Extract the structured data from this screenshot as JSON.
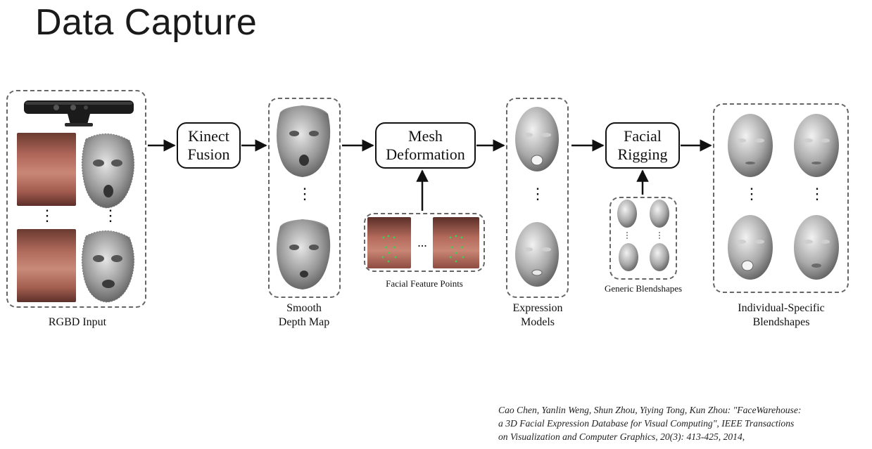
{
  "title": "Data Capture",
  "stages": {
    "kinect_fusion": [
      "Kinect",
      "Fusion"
    ],
    "mesh_deformation": [
      "Mesh",
      "Deformation"
    ],
    "facial_rigging": [
      "Facial",
      "Rigging"
    ]
  },
  "captions": {
    "rgbd_input": "RGBD Input",
    "smooth_depth_map": [
      "Smooth",
      "Depth Map"
    ],
    "facial_feature_points": "Facial Feature Points",
    "expression_models": [
      "Expression",
      "Models"
    ],
    "generic_blendshapes": "Generic Blendshapes",
    "individual_blendshapes": [
      "Individual-Specific",
      "Blendshapes"
    ]
  },
  "ellipsis": "⋮",
  "hellipsis": "...",
  "citation": [
    "Cao Chen, Yanlin Weng, Shun Zhou, Yiying Tong, Kun Zhou: \"FaceWarehouse:",
    "a 3D Facial Expression Database for Visual Computing\", IEEE Transactions",
    "on Visualization and Computer Graphics, 20(3): 413-425, 2014,"
  ]
}
